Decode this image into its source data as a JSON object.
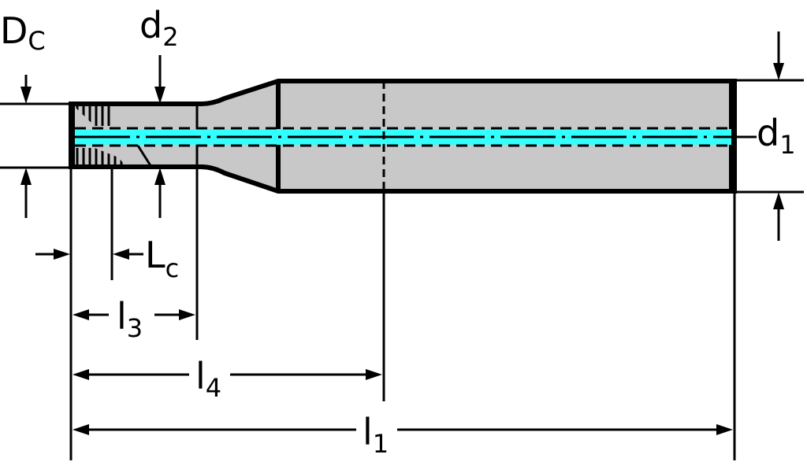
{
  "diagram": {
    "title": "Drill/end mill dimension drawing",
    "colors": {
      "body": "#c8c8c8",
      "coolant": "#33ffff",
      "line": "#000000"
    },
    "labels": {
      "Dc": {
        "main": "D",
        "sub": "C"
      },
      "d2": {
        "main": "d",
        "sub": "2"
      },
      "d1": {
        "main": "d",
        "sub": "1"
      },
      "Lc": {
        "main": "L",
        "sub": "c"
      },
      "l3": {
        "main": "l",
        "sub": "3"
      },
      "l4": {
        "main": "l",
        "sub": "4"
      },
      "l1": {
        "main": "l",
        "sub": "1"
      }
    }
  }
}
